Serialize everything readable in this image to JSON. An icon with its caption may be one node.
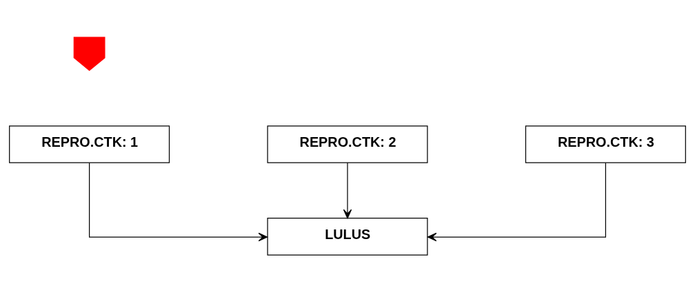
{
  "diagram": {
    "nodes": [
      {
        "text": [],
        "shape": "arrow"
      },
      {
        "text": [
          "REPRO.CTK: 1"
        ]
      },
      {
        "text": [
          "REPRO.CTK: 2"
        ]
      },
      {
        "text": [
          "REPRO.CTK: 3"
        ]
      },
      {
        "text": [
          "LULUS"
        ]
      }
    ],
    "edges": [
      {
        "from": 1,
        "to": 4,
        "arrow": "to"
      },
      {
        "from": 2,
        "to": 4,
        "arrow": "to"
      },
      {
        "from": 3,
        "to": 4,
        "arrow": "to"
      }
    ]
  }
}
